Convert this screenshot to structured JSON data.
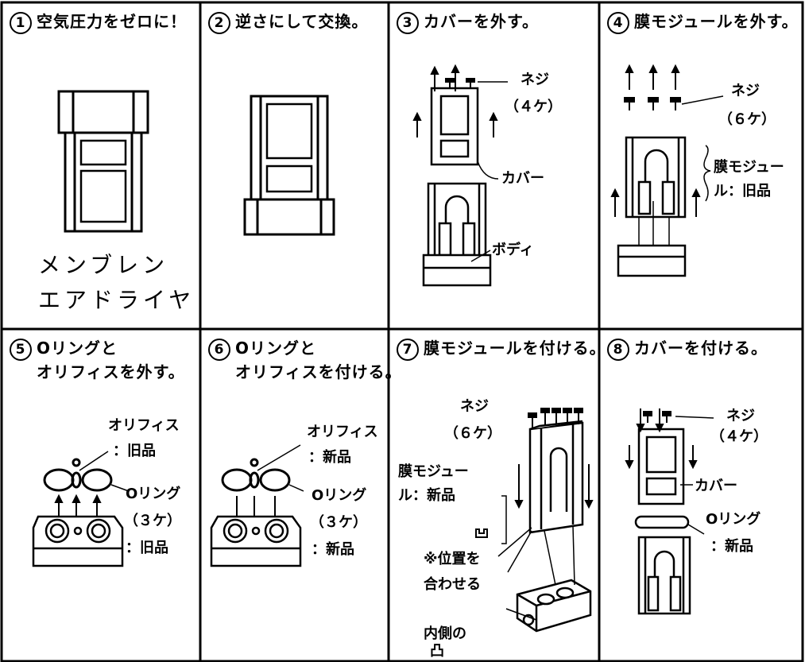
{
  "panels": [
    {
      "number": "1",
      "title": "空気圧力をゼロに！",
      "labels": {
        "product_line1": "メンブレン",
        "product_line2": "エアドライヤ"
      }
    },
    {
      "number": "2",
      "title": "逆さにして交換。",
      "labels": {}
    },
    {
      "number": "3",
      "title": "カバーを外す。",
      "labels": {
        "screw": "ネジ",
        "screw_count": "（４ケ）",
        "cover": "カバー",
        "body": "ボディ"
      }
    },
    {
      "number": "4",
      "title": "膜モジュールを外す。",
      "labels": {
        "screw": "ネジ",
        "screw_count": "（６ケ）",
        "module_line1": "膜モジュー",
        "module_line2": "ル：旧品"
      }
    },
    {
      "number": "5",
      "title_line1": "Oリングと",
      "title_line2": "オリフィスを外す。",
      "labels": {
        "orifice": "オリフィス",
        "orifice_status": "：旧品",
        "oring": "Oリング",
        "oring_count": "（３ケ）",
        "oring_status": "：旧品"
      }
    },
    {
      "number": "6",
      "title_line1": "Oリングと",
      "title_line2": "オリフィスを付ける。",
      "labels": {
        "orifice": "オリフィス",
        "orifice_status": "：新品",
        "oring": "Oリング",
        "oring_count": "（３ケ）",
        "oring_status": "：新品"
      }
    },
    {
      "number": "7",
      "title": "膜モジュールを付ける。",
      "labels": {
        "screw": "ネジ",
        "screw_count": "（６ケ）",
        "module_line1": "膜モジュー",
        "module_line2": "ル：新品",
        "align_line1": "※位置を",
        "align_line2": "合わせる",
        "inner_line1": "内側の",
        "mark": "凸"
      }
    },
    {
      "number": "8",
      "title": "カバーを付ける。",
      "labels": {
        "screw": "ネジ",
        "screw_count": "（４ケ）",
        "cover": "カバー",
        "oring": "Oリング",
        "oring_status": "：新品"
      }
    }
  ]
}
